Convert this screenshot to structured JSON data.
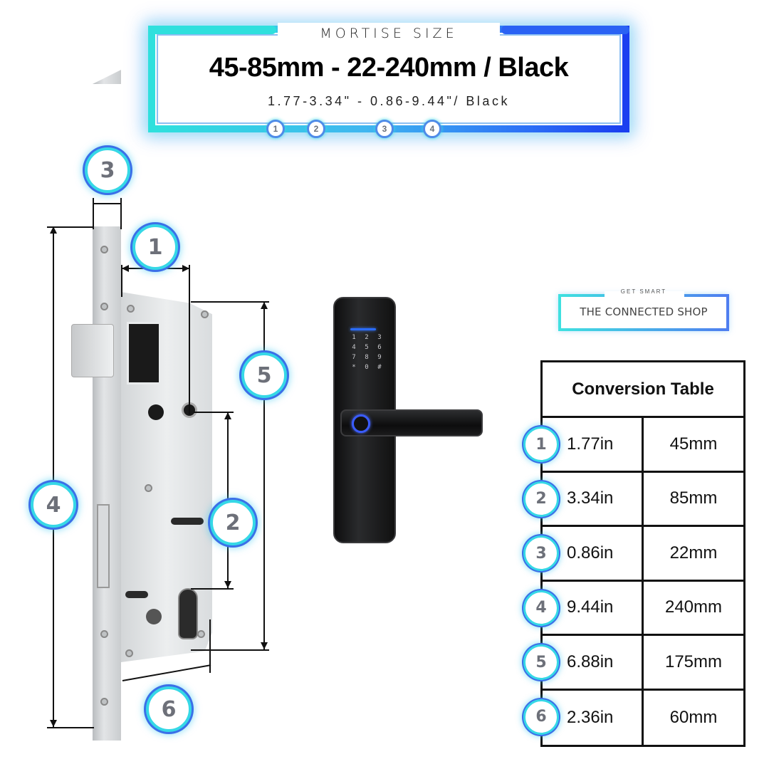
{
  "header": {
    "kicker": "MORTISE SIZE",
    "title": "45-85mm - 22-240mm / Black",
    "subtitle": "1.77-3.34\" - 0.86-9.44\"/ Black",
    "markers": [
      "1",
      "2",
      "3",
      "4"
    ],
    "colors": {
      "frame_start": "#2fe0dd",
      "frame_end": "#1b3ff0"
    }
  },
  "diagram": {
    "badges": [
      "1",
      "2",
      "3",
      "4",
      "5",
      "6"
    ]
  },
  "product": {
    "keypad": [
      "1",
      "2",
      "3",
      "4",
      "5",
      "6",
      "7",
      "8",
      "9",
      "*",
      "0",
      "#"
    ]
  },
  "brand": {
    "kicker": "GET SMART",
    "name": "THE CONNECTED SHOP"
  },
  "conversion_table": {
    "title": "Conversion Table",
    "rows": [
      {
        "marker": "1",
        "inches": "1.77in",
        "mm": "45mm"
      },
      {
        "marker": "2",
        "inches": "3.34in",
        "mm": "85mm"
      },
      {
        "marker": "3",
        "inches": "0.86in",
        "mm": "22mm"
      },
      {
        "marker": "4",
        "inches": "9.44in",
        "mm": "240mm"
      },
      {
        "marker": "5",
        "inches": "6.88in",
        "mm": "175mm"
      },
      {
        "marker": "6",
        "inches": "2.36in",
        "mm": "60mm"
      }
    ]
  }
}
